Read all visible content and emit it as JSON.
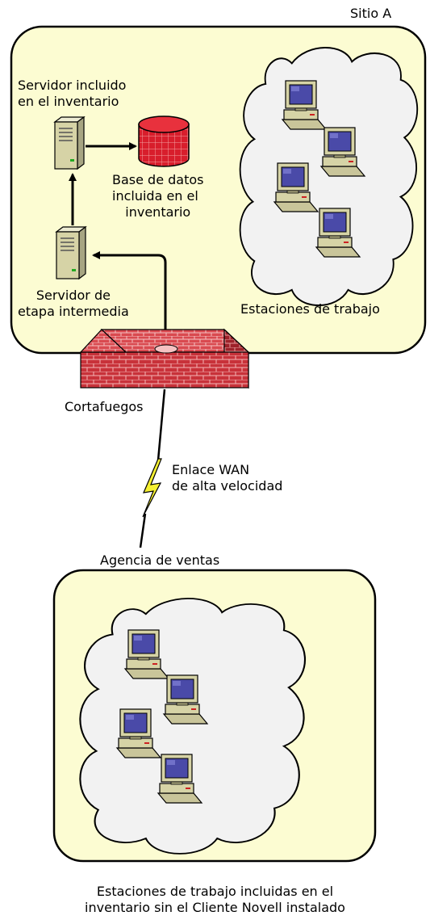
{
  "site_a": {
    "title": "Sitio A",
    "server_inventory": [
      "Servidor incluido",
      "en el inventario"
    ],
    "database": [
      "Base de datos",
      "incluida en el",
      "inventario"
    ],
    "server_intermediate": [
      "Servidor de",
      "etapa intermedia"
    ],
    "workstations": "Estaciones de trabajo"
  },
  "firewall": "Cortafuegos",
  "wan": [
    "Enlace WAN",
    "de alta velocidad"
  ],
  "sales": {
    "title": "Agencia de ventas",
    "workstations": [
      "Estaciones de trabajo incluidas en el",
      "inventario sin el Cliente Novell instalado"
    ]
  },
  "colors": {
    "site_fill": "#fcfcd2",
    "cloud_fill": "#f2f2f2",
    "firewall_brick": "#c8323a",
    "database_red": "#d81e2c",
    "monitor_screen": "#4a4aa8",
    "pc_body": "#d6d3a6",
    "lightning": "#f5f032"
  },
  "icons": [
    "server-icon",
    "database-icon",
    "workstation-icon",
    "cloud-icon",
    "firewall-icon",
    "lightning-icon"
  ]
}
